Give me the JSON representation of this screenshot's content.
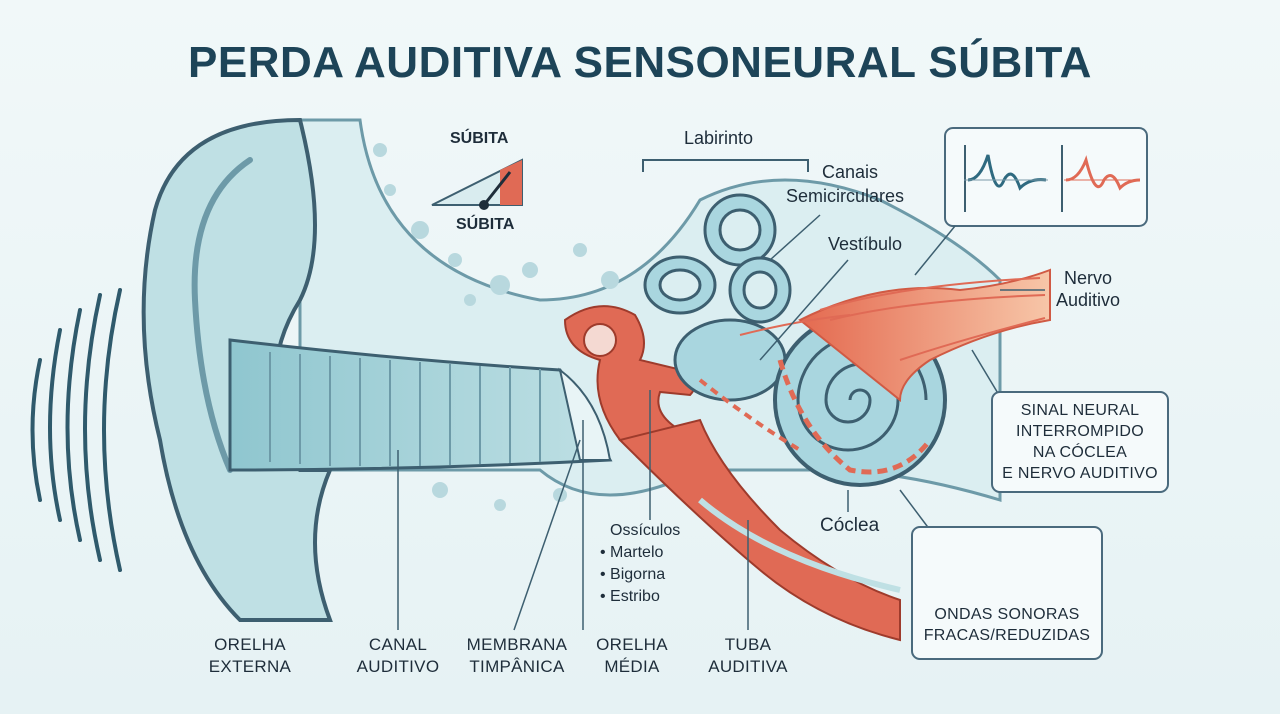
{
  "title": "PERDA AUDITIVA SENSONEURAL SÚBITA",
  "gauge": {
    "top_label": "SÚBITA",
    "bottom_label": "SÚBITA"
  },
  "labels": {
    "labirinto": "Labirinto",
    "canais_1": "Canais",
    "canais_2": "Semicirculares",
    "vestibulo": "Vestíbulo",
    "nervo_1": "Nervo",
    "nervo_2": "Auditivo",
    "coclea": "Cóclea",
    "ossiculos_title": "Ossículos",
    "ossiculos_items": [
      "• Martelo",
      "• Bigorna",
      "• Estribo"
    ]
  },
  "callouts": {
    "signal_box": [
      "SINAL NEURAL",
      "INTERROMPIDO",
      "NA CÓCLEA",
      "E NERVO AUDITIVO"
    ],
    "waves_box": [
      "ONDAS SONORAS",
      "FRACAS/REDUZIDAS"
    ]
  },
  "bottom_captions": [
    {
      "line1": "ORELHA",
      "line2": "EXTERNA"
    },
    {
      "line1": "CANAL",
      "line2": "AUDITIVO"
    },
    {
      "line1": "MEMBRANA",
      "line2": "TIMPÂNICA"
    },
    {
      "line1": "ORELHA",
      "line2": "MÉDIA"
    },
    {
      "line1": "TUBA",
      "line2": "AUDITIVA"
    }
  ],
  "colors": {
    "title": "#1d4458",
    "outer_ear": "#bfe0e4",
    "bone": "#dbeef1",
    "ossicles": "#e06a55",
    "cochlea": "#a9d6df",
    "nerve": "#f0a07a",
    "line": "#3d5f70"
  }
}
